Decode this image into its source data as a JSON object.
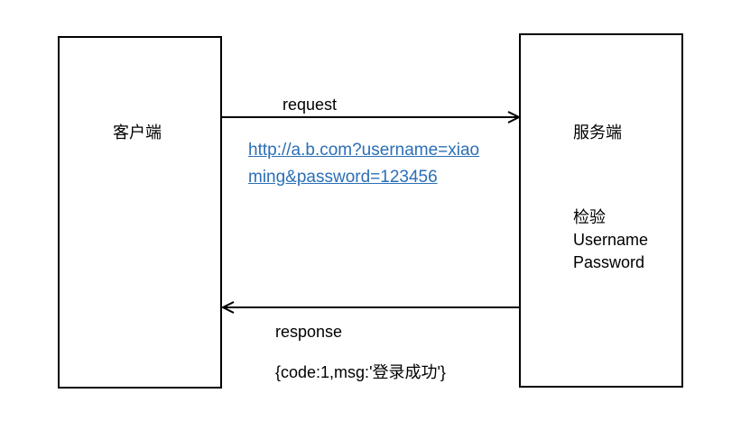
{
  "client": {
    "label": "客户端"
  },
  "server": {
    "label": "服务端",
    "check_lines": [
      "检验",
      "Username",
      "Password"
    ]
  },
  "request": {
    "label": "request",
    "url": "http://a.b.com?username=xiaoming&password=123456"
  },
  "response": {
    "label": "response",
    "body": "{code:1,msg:'登录成功'}"
  },
  "colors": {
    "link": "#2b6fb6",
    "stroke": "#000000"
  }
}
